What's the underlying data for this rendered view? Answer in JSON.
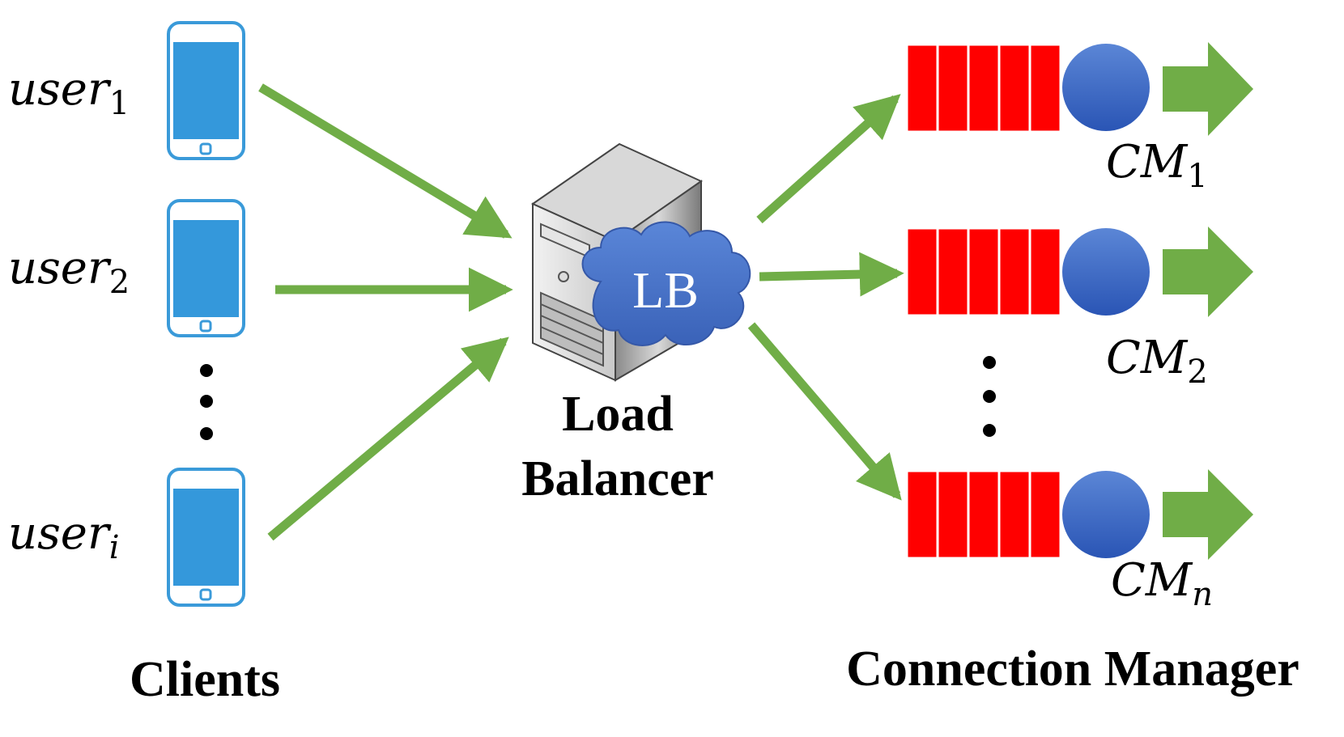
{
  "clients": {
    "group_label": "Clients",
    "users": [
      {
        "base": "user",
        "sub": "1"
      },
      {
        "base": "user",
        "sub": "2"
      },
      {
        "base": "user",
        "sub": "i"
      }
    ]
  },
  "load_balancer": {
    "cloud_label": "LB",
    "label_line1": "Load",
    "label_line2": "Balancer"
  },
  "connection_manager": {
    "group_label": "Connection Manager",
    "managers": [
      {
        "base": "CM",
        "sub": "1"
      },
      {
        "base": "CM",
        "sub": "2"
      },
      {
        "base": "CM",
        "sub": "n"
      }
    ]
  },
  "colors": {
    "arrow": "#70ad47",
    "queue": "#ff0000",
    "phone_frame": "#3a9ad9",
    "phone_screen": "#3498db",
    "cloud": "#4a72c4",
    "server_circle": "#2f5fbf"
  }
}
